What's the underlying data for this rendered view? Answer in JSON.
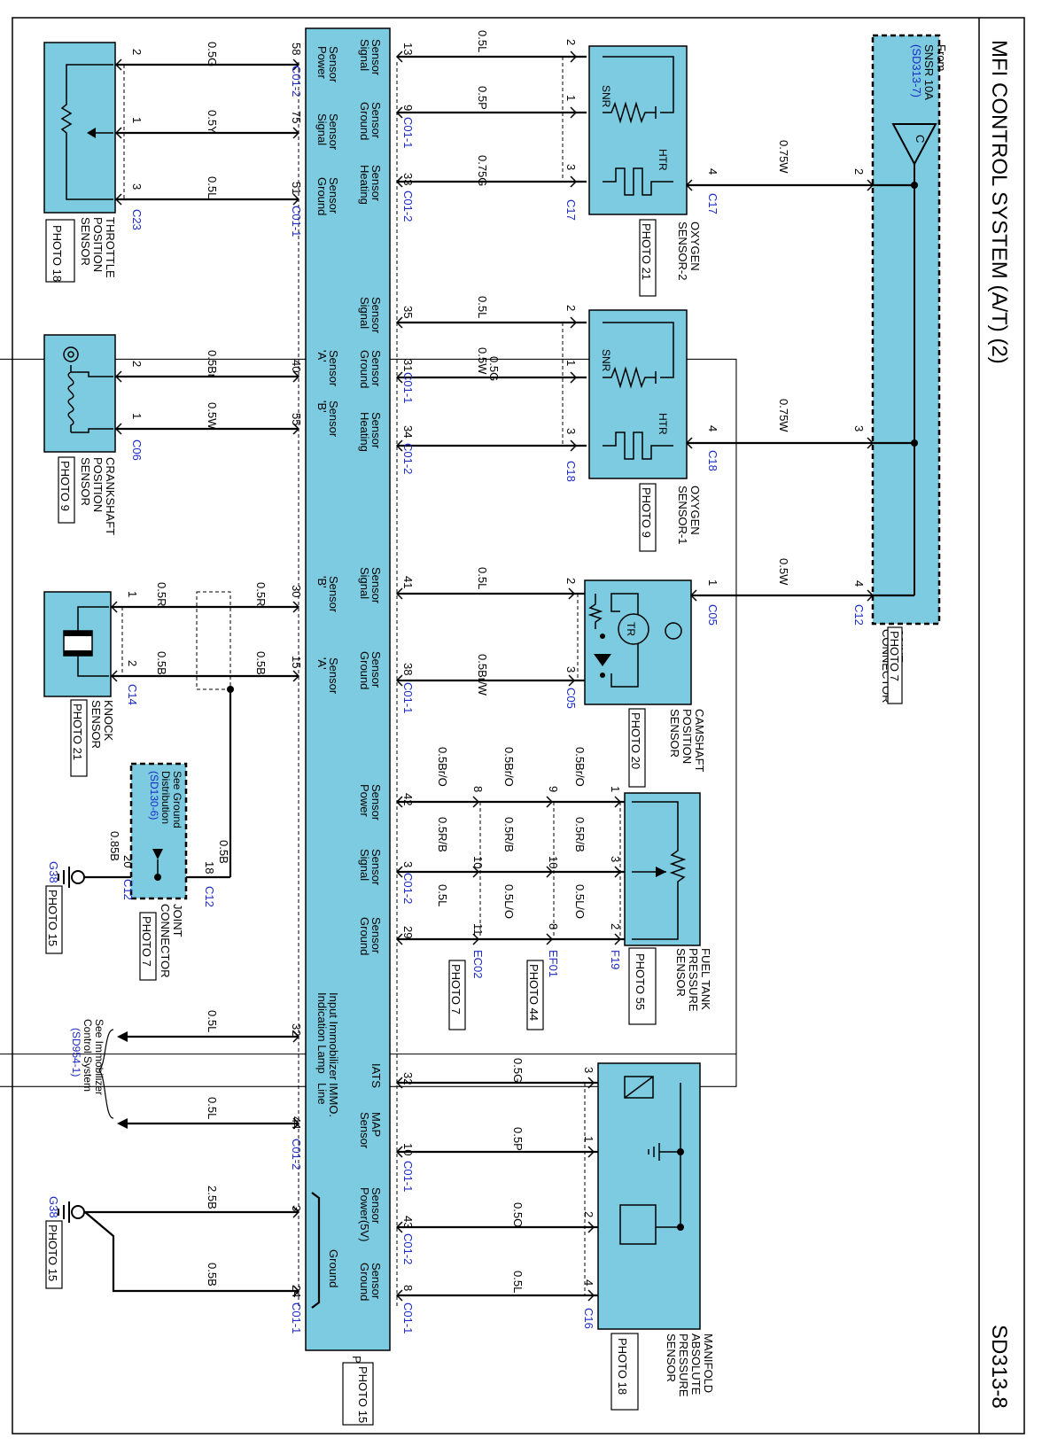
{
  "header": {
    "title": "MFI CONTROL SYSTEM (A/T) (2)",
    "page_code": "SD313-8"
  },
  "colors": {
    "component_fill": "#7ccbe0",
    "wire": "#000000",
    "link": "#1a2bc7",
    "frame": "#000000"
  },
  "pcm": {
    "title": "PCM",
    "photo": "PHOTO 15",
    "pin_labels": {
      "p58": [
        "Sensor",
        "Power"
      ],
      "p75": [
        "Sensor",
        "Signal"
      ],
      "p51": [
        "Sensor",
        "Ground"
      ],
      "p13": [
        "Sensor",
        "Signal"
      ],
      "p9": [
        "Sensor",
        "Ground"
      ],
      "p33": [
        "Sensor",
        "Heating"
      ],
      "p40": [
        "Sensor",
        "'A'"
      ],
      "p55": [
        "Sensor",
        "'B'"
      ],
      "p35": [
        "Sensor",
        "Signal"
      ],
      "p31": [
        "Sensor",
        "Ground"
      ],
      "p34": [
        "Sensor",
        "Heating"
      ],
      "p30": [
        "Sensor",
        "'B'"
      ],
      "p15": [
        "Sensor",
        "'A'"
      ],
      "p41": [
        "Sensor",
        "Signal"
      ],
      "p38": [
        "Sensor",
        "Ground"
      ],
      "p42": [
        "Sensor",
        "Power"
      ],
      "p3": [
        "Sensor",
        "Signal"
      ],
      "p29": [
        "Sensor",
        "Ground"
      ],
      "p32a": [
        "Input Immobilizer",
        "Indication Lamp"
      ],
      "p44": [
        "IMMO.",
        "Line"
      ],
      "pgnd": [
        "Ground"
      ],
      "p32b": [
        "IATS"
      ],
      "p10": [
        "MAP",
        "Sensor"
      ],
      "p43": [
        "Sensor",
        "Power(5V)"
      ],
      "p8": [
        "Sensor",
        "Ground"
      ]
    },
    "outer_pins": {
      "p58": "58",
      "p75": "75",
      "p51": "51",
      "p40": "40",
      "p55": "55",
      "p30": "30",
      "p15": "15",
      "p32a": "32",
      "p44": "44",
      "p3g": "3",
      "p24": "24"
    },
    "inner_pins": {
      "p13": "13",
      "p9": "9",
      "p33": "33",
      "p35": "35",
      "p31": "31",
      "p34": "34",
      "p41": "41",
      "p38": "38",
      "p42": "42",
      "p3": "3",
      "p29": "29",
      "p32": "32",
      "p10": "10",
      "p43": "43",
      "p8": "8"
    },
    "connectors": {
      "left_c012_a": "C01-2",
      "left_c011_a": "C01-1",
      "left_c012_b": "C01-2",
      "left_c011_b": "C01-1",
      "right_c011_a": "C01-1",
      "right_c012_a": "C01-2",
      "right_c011_b": "C01-1",
      "right_c012_b": "C01-2",
      "right_c011_c": "C01-1",
      "right_c012_c": "C01-2",
      "right_c011_d": "C01-1",
      "right_c012_d": "C01-2",
      "right_c011_e": "C01-1"
    }
  },
  "throttle_position_sensor": {
    "label": [
      "THROTTLE",
      "POSITION",
      "SENSOR"
    ],
    "photo": "PHOTO 18",
    "connector": "C23",
    "pins": [
      "2",
      "1",
      "3"
    ],
    "wires": [
      "0.5G",
      "0.5Y",
      "0.5L"
    ]
  },
  "crankshaft_position_sensor": {
    "label": [
      "CRANKSHAFT",
      "POSITION",
      "SENSOR"
    ],
    "photo": "PHOTO 9",
    "connector": "C06",
    "pins": [
      "2",
      "1"
    ],
    "wires": [
      "0.5Br",
      "0.5W"
    ]
  },
  "knock_sensor": {
    "label": [
      "KNOCK",
      "SENSOR"
    ],
    "photo": "PHOTO 21",
    "connector": "C14",
    "pins": [
      "1",
      "2"
    ],
    "wires": [
      "0.5R",
      "0.5B"
    ],
    "wires_pcm": [
      "0.5R",
      "0.5B"
    ]
  },
  "ground_distribution": {
    "text": [
      "See Ground",
      "Distribution"
    ],
    "ref": "(SD130-6)",
    "connector_right": "C12",
    "connector_left": "C12",
    "pins": [
      "18",
      "20"
    ],
    "wires": [
      "0.5B",
      "0.85B"
    ],
    "ground": "G38",
    "ground_photo": "PHOTO 15",
    "label": [
      "JOINT",
      "CONNECTOR"
    ],
    "photo": "PHOTO 7"
  },
  "immobilizer": {
    "text": [
      "See Immobilizer",
      "Control System"
    ],
    "ref": "(SD954-1)",
    "wires": [
      "0.5L",
      "0.5L"
    ]
  },
  "pcm_ground": {
    "wires": [
      "2.5B",
      "0.5B"
    ],
    "ground": "G38",
    "ground_photo": "PHOTO 15"
  },
  "oxygen_sensor_2": {
    "label": [
      "OXYGEN",
      "SENSOR-2"
    ],
    "photo": "PHOTO 21",
    "connector_left": "C17",
    "connector_right": "C17",
    "pins": [
      "2",
      "1",
      "3",
      "4"
    ],
    "wires": [
      "0.5L",
      "0.5P",
      "0.75G"
    ],
    "wire_joint": "0.75W",
    "snr": "SNR",
    "htr": "HTR"
  },
  "oxygen_sensor_1": {
    "label": [
      "OXYGEN",
      "SENSOR-1"
    ],
    "photo": "PHOTO 9",
    "connector_left": "C18",
    "connector_right": "C18",
    "pins": [
      "2",
      "1",
      "3",
      "4"
    ],
    "wires": [
      "0.5L",
      "0.5W",
      "0.5G"
    ],
    "wire_joint": "0.75W",
    "snr": "SNR",
    "htr": "HTR"
  },
  "joint_connector_c12": {
    "label": [
      "JOINT",
      "CONNECTOR"
    ],
    "photo": "PHOTO 7",
    "from": [
      "From",
      "SNSR 10A"
    ],
    "ref": "(SD313-7)",
    "fuse_letter": "C",
    "pins": [
      "2",
      "3",
      "4"
    ],
    "connector": "C12"
  },
  "camshaft_position_sensor": {
    "label": [
      "CAMSHAFT",
      "POSITION",
      "SENSOR"
    ],
    "photo": "PHOTO 20",
    "connector_left": "C05",
    "connector_right": "C05",
    "pins": [
      "2",
      "3",
      "1"
    ],
    "wires": [
      "0.5L",
      "0.5Br/W"
    ],
    "wire_joint": "0.5W",
    "tr": "TR"
  },
  "fuel_tank_pressure_sensor": {
    "label": [
      "FUEL TANK",
      "PRESSURE",
      "SENSOR"
    ],
    "photo": "PHOTO 55",
    "connector": "F19",
    "pins": [
      "1",
      "3",
      "2"
    ],
    "wires_sensor": [
      "0.5Br/O",
      "0.5R/B",
      "0.5L/O"
    ],
    "wires_mid": [
      "0.5Br/O",
      "0.5R/B",
      "0.5L/O"
    ],
    "wires_pcm": [
      "0.5Br/O",
      "0.5R/B",
      "0.5L"
    ],
    "ef01_pins": [
      "9",
      "10",
      "8"
    ],
    "ec02_pins": [
      "8",
      "10",
      "11"
    ],
    "ef01": "EF01",
    "ef01_photo": "PHOTO 44",
    "ec02": "EC02",
    "ec02_photo": "PHOTO 7"
  },
  "map_sensor": {
    "label": [
      "MANIFOLD",
      "ABSOLUTE",
      "PRESSURE",
      "SENSOR"
    ],
    "photo": "PHOTO 18",
    "connector": "C16",
    "pins": [
      "3",
      "1",
      "2",
      "4"
    ],
    "wires": [
      "0.5G",
      "0.5P",
      "0.5O",
      "0.5L"
    ]
  }
}
